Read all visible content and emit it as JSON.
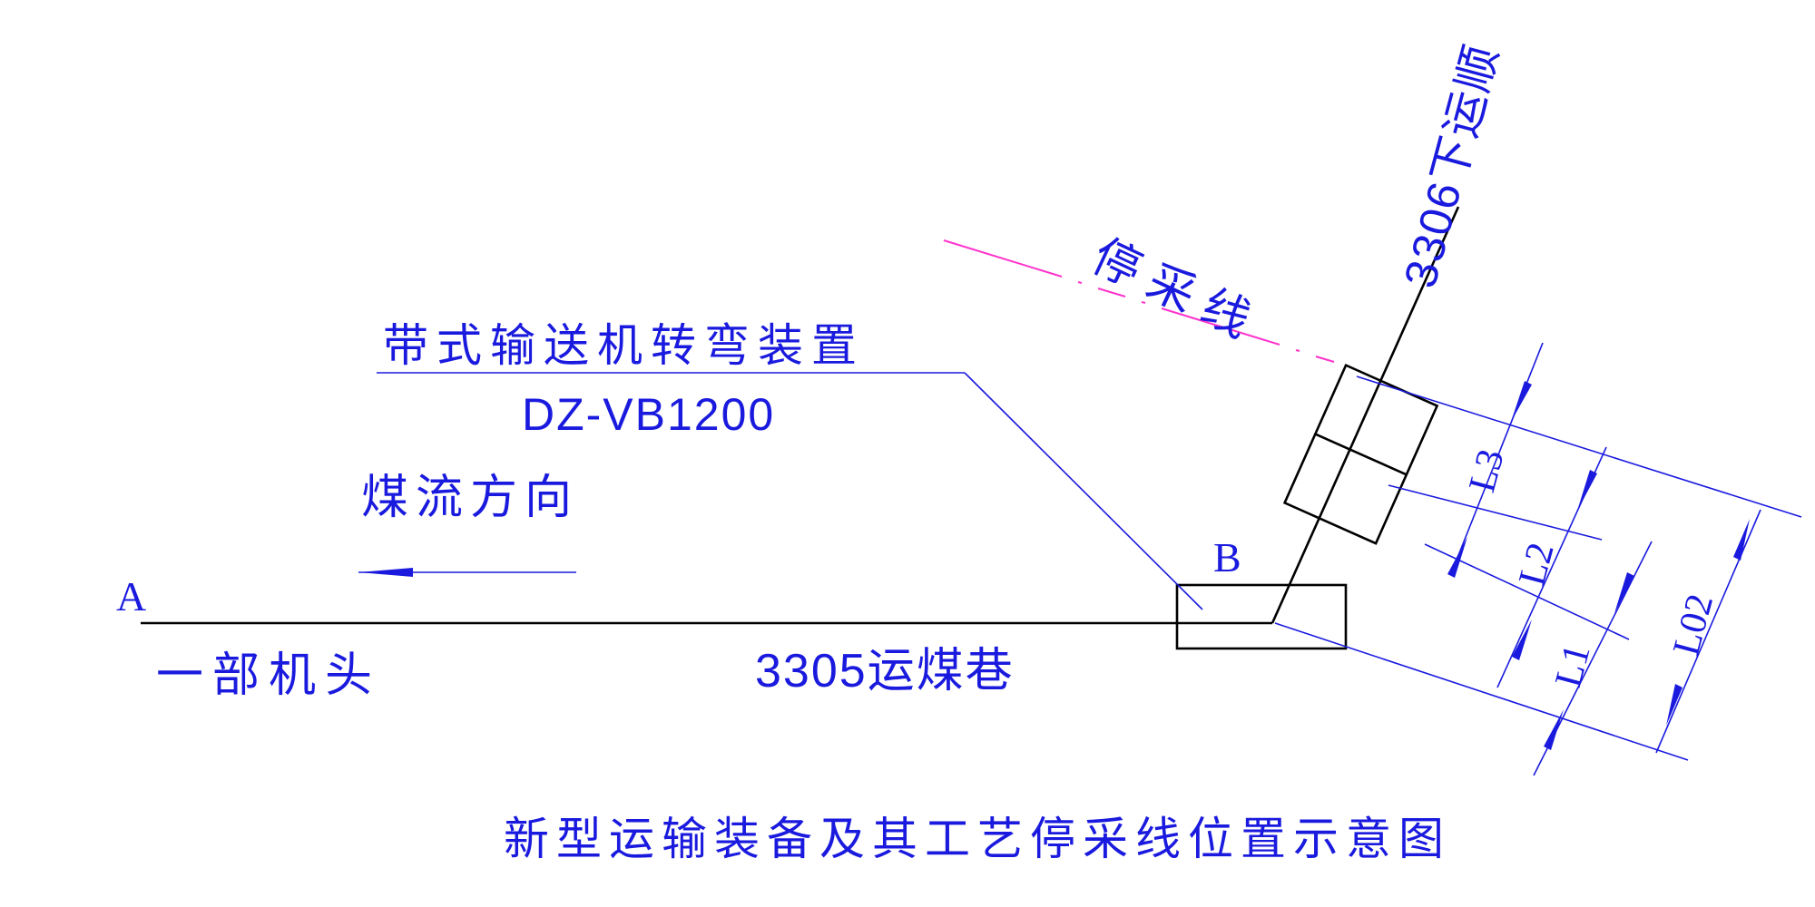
{
  "diagram": {
    "title": "新型运输装备及其工艺停采线位置示意图",
    "point_a": "A",
    "point_b": "B",
    "head_label": "一部机头",
    "roadway_3305": "3305运煤巷",
    "roadway_3306": "3306下运顺",
    "stop_line": "停采线",
    "device_name": "带式输送机转弯装置",
    "device_model": "DZ-VB1200",
    "flow_direction": "煤流方向",
    "dim_l1": "L1",
    "dim_l2": "L2",
    "dim_l3": "L3",
    "dim_l02": "L02",
    "colors": {
      "annotation": "#1a1adf",
      "line": "#000000",
      "stop_line": "#ff33cc"
    }
  }
}
